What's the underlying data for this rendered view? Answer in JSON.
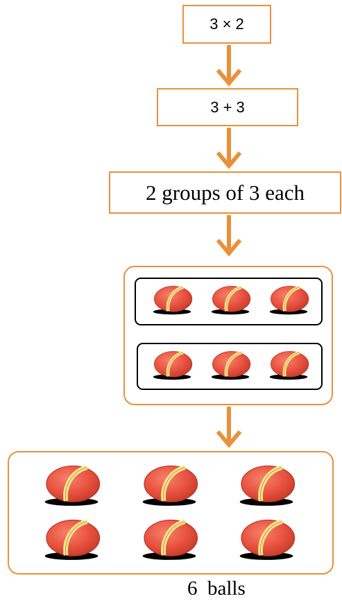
{
  "steps": {
    "multiplication": "3 × 2",
    "addition": "3 + 3",
    "groups_text": "2 groups of 3 each"
  },
  "grouped_balls": {
    "groups": 2,
    "balls_per_group": 3
  },
  "total": {
    "balls": 6,
    "caption": "6  balls"
  },
  "colors": {
    "accent_orange": "#e8913a",
    "ball_red": "#e8513f",
    "ball_stripe": "#f5ea8a",
    "group_border": "#000000"
  },
  "icons": [
    "ball-icon",
    "down-arrow-icon"
  ]
}
